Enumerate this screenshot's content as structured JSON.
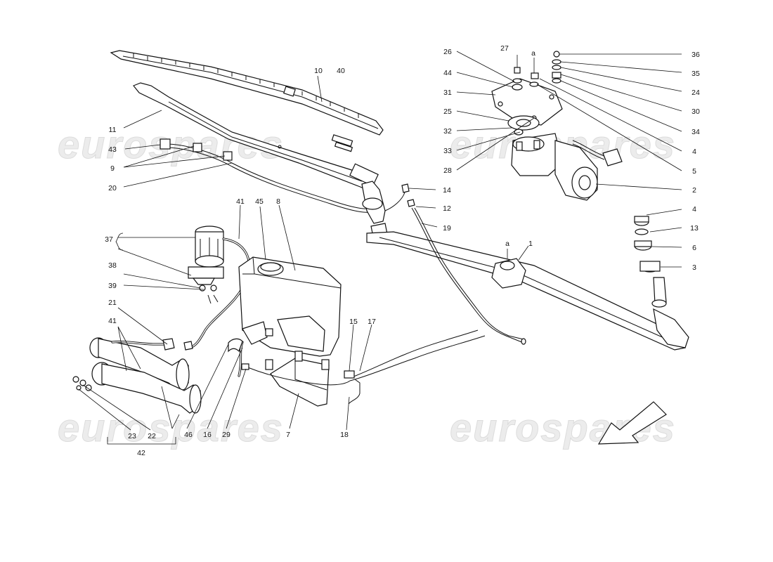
{
  "watermarks": [
    "eurospares",
    "eurospares",
    "eurospares",
    "eurospares"
  ],
  "labels": {
    "l10": "10",
    "l40": "40",
    "l11": "11",
    "l43": "43",
    "l9": "9",
    "l20": "20",
    "l27": "27",
    "la1": "a",
    "l36": "36",
    "l26": "26",
    "l35": "35",
    "l44": "44",
    "l24": "24",
    "l31": "31",
    "l30": "30",
    "l25": "25",
    "l34": "34",
    "l32": "32",
    "l4a": "4",
    "l33": "33",
    "l28": "28",
    "l5": "5",
    "l2": "2",
    "l14": "14",
    "l12": "12",
    "l19": "19",
    "l4b": "4",
    "l13": "13",
    "l6": "6",
    "l3": "3",
    "l41a": "41",
    "l45": "45",
    "l8": "8",
    "l37": "37",
    "la2": "a",
    "l1": "1",
    "l38": "38",
    "l39": "39",
    "l21": "21",
    "l41b": "41",
    "l15": "15",
    "l17": "17",
    "l23": "23",
    "l22": "22",
    "l42": "42",
    "l46": "46",
    "l16": "16",
    "l29": "29",
    "l7": "7",
    "l18": "18"
  }
}
